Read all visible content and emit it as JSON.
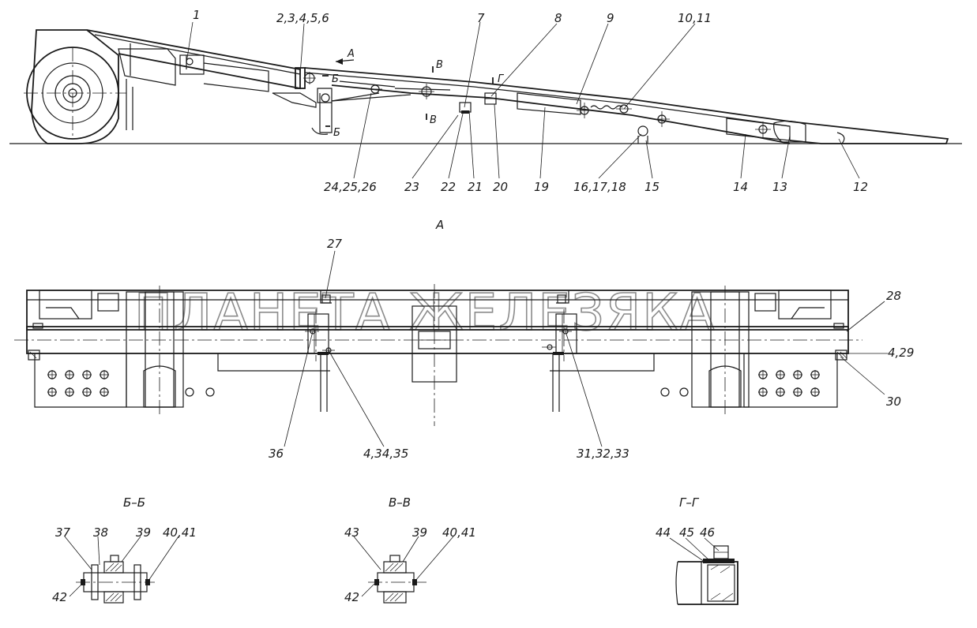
{
  "watermark": "ПЛАНЕТА ЖЕЛЕЗЯКА",
  "views": {
    "side": {
      "callouts": [
        "1",
        "2,3,4,5,6",
        "7",
        "8",
        "9",
        "10,11",
        "24,25,26",
        "23",
        "22",
        "21",
        "20",
        "19",
        "16,17,18",
        "15",
        "14",
        "13",
        "12"
      ],
      "section_marks": [
        "А",
        "Б",
        "Б",
        "В",
        "В",
        "Г"
      ]
    },
    "view_a": {
      "title": "А",
      "callouts": [
        "27",
        "28",
        "4,29",
        "30",
        "36",
        "4,34,35",
        "31,32,33"
      ]
    },
    "section_bb": {
      "title": "Б–Б",
      "callouts": [
        "37",
        "38",
        "39",
        "40,41",
        "42"
      ]
    },
    "section_vv": {
      "title": "В–В",
      "callouts": [
        "43",
        "39",
        "40,41",
        "42"
      ]
    },
    "section_gg": {
      "title": "Г–Г",
      "callouts": [
        "44",
        "45",
        "46"
      ]
    }
  }
}
